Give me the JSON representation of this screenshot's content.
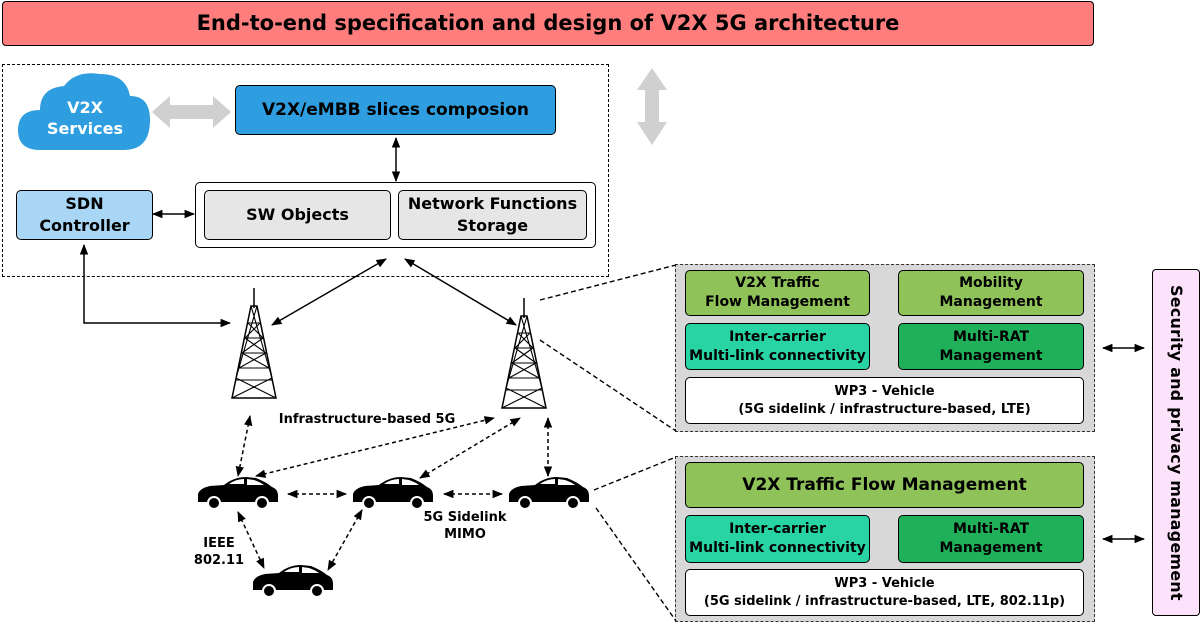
{
  "title": "End-to-end specification and design of V2X 5G architecture",
  "cloud": {
    "label": "V2X\nServices"
  },
  "slices": {
    "label": "V2X/eMBB slices composion"
  },
  "sdn": {
    "label": "SDN\nController"
  },
  "sw_objects": {
    "label": "SW Objects"
  },
  "nf_storage": {
    "label": "Network Functions\nStorage"
  },
  "labels": {
    "infra": "Infrastructure-based 5G",
    "ieee": "IEEE\n802.11",
    "sidelink": "5G Sidelink\nMIMO"
  },
  "panel1": {
    "traffic": "V2X Traffic\nFlow Management",
    "mobility": "Mobility\nManagement",
    "intercarrier": "Inter-carrier\nMulti-link connectivity",
    "multirat": "Multi-RAT\nManagement",
    "wp3": "WP3 - Vehicle\n(5G sidelink / infrastructure-based, LTE)"
  },
  "panel2": {
    "traffic": "V2X Traffic Flow Management",
    "intercarrier": "Inter-carrier\nMulti-link connectivity",
    "multirat": "Multi-RAT\nManagement",
    "wp3": "WP3 - Vehicle\n(5G sidelink / infrastructure-based, LTE, 802.11p)"
  },
  "security": {
    "label": "Security and privacy management"
  },
  "colors": {
    "title": "#ff7d7d",
    "slices": "#2e9ee0",
    "sdn": "#a8d6f4",
    "cloud": "#2e9ee0",
    "olive": "#90c25a",
    "teal": "#28d4a4",
    "green": "#20b05a",
    "security": "#fde2fb"
  },
  "icons": [
    "cloud-icon",
    "tower-icon",
    "car-icon",
    "grey-double-arrow-icon"
  ]
}
